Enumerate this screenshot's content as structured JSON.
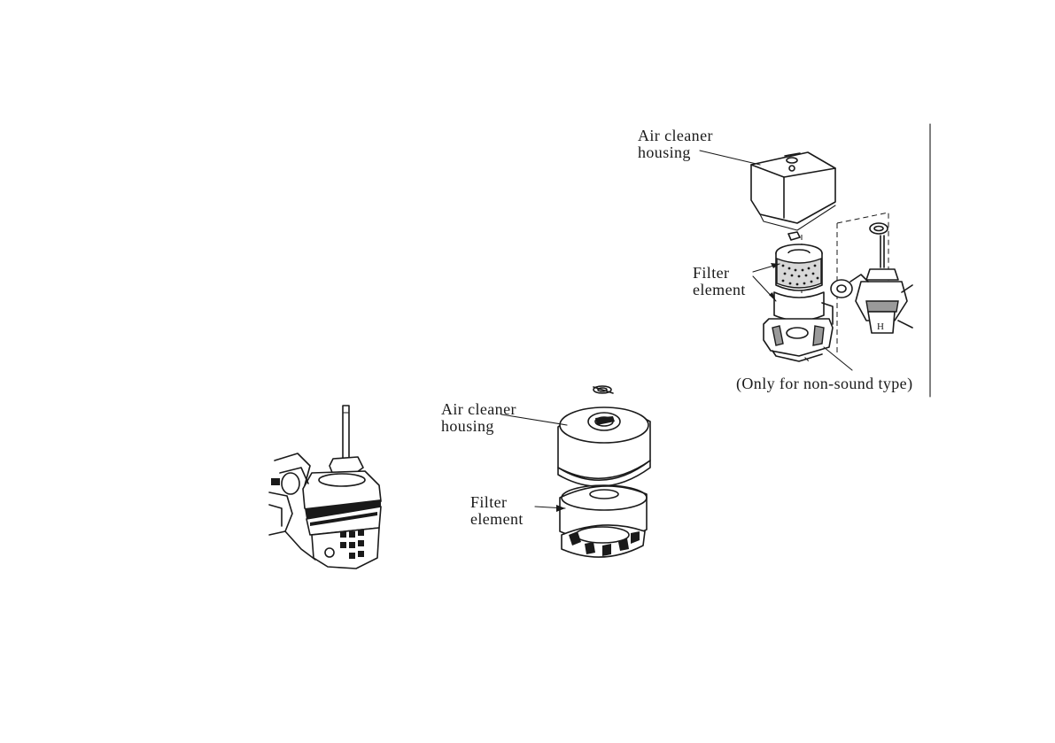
{
  "figure_top_right": {
    "housing_label_line1": "Air cleaner",
    "housing_label_line2": "housing",
    "filter_label_line1": "Filter",
    "filter_label_line2": "element",
    "note": "(Only for non-sound type)"
  },
  "figure_bottom_center": {
    "housing_label_line1": "Air cleaner",
    "housing_label_line2": "housing",
    "filter_label_line1": "Filter",
    "filter_label_line2": "element"
  }
}
